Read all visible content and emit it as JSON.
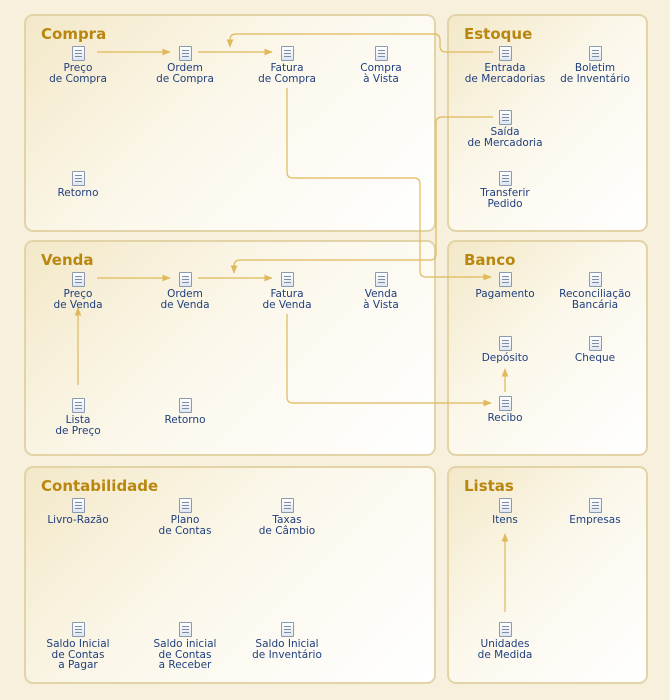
{
  "colors": {
    "accent": "#b9870f",
    "connector": "#dfb95a",
    "link": "#1f3f7c",
    "panel_border": "#e3d4a8"
  },
  "panels": {
    "compra": {
      "title": "Compra",
      "items": [
        {
          "label": "Preço\nde Compra",
          "icon": "document-icon"
        },
        {
          "label": "Ordem\nde Compra",
          "icon": "document-icon"
        },
        {
          "label": "Fatura\nde Compra",
          "icon": "document-icon"
        },
        {
          "label": "Compra\nà Vista",
          "icon": "document-icon"
        },
        {
          "label": "Retorno",
          "icon": "document-icon"
        }
      ]
    },
    "estoque": {
      "title": "Estoque",
      "items": [
        {
          "label": "Entrada\nde Mercadorias",
          "icon": "document-icon"
        },
        {
          "label": "Boletim\nde Inventário",
          "icon": "document-icon"
        },
        {
          "label": "Saída\nde Mercadoria",
          "icon": "document-icon"
        },
        {
          "label": "Transferir\nPedido",
          "icon": "document-icon"
        }
      ]
    },
    "venda": {
      "title": "Venda",
      "items": [
        {
          "label": "Preço\nde Venda",
          "icon": "document-icon"
        },
        {
          "label": "Ordem\nde Venda",
          "icon": "document-icon"
        },
        {
          "label": "Fatura\nde Venda",
          "icon": "document-icon"
        },
        {
          "label": "Venda\nà Vista",
          "icon": "document-icon"
        },
        {
          "label": "Lista\nde Preço",
          "icon": "document-icon"
        },
        {
          "label": "Retorno",
          "icon": "document-icon"
        }
      ]
    },
    "banco": {
      "title": "Banco",
      "items": [
        {
          "label": "Pagamento",
          "icon": "document-icon"
        },
        {
          "label": "Reconciliação\nBancária",
          "icon": "document-icon"
        },
        {
          "label": "Depósito",
          "icon": "document-icon"
        },
        {
          "label": "Cheque",
          "icon": "document-icon"
        },
        {
          "label": "Recibo",
          "icon": "document-icon"
        }
      ]
    },
    "contabilidade": {
      "title": "Contabilidade",
      "items": [
        {
          "label": "Livro-Razão",
          "icon": "document-icon"
        },
        {
          "label": "Plano\nde Contas",
          "icon": "document-icon"
        },
        {
          "label": "Taxas\nde Câmbio",
          "icon": "document-icon"
        },
        {
          "label": "Saldo Inicial\nde Contas\na Pagar",
          "icon": "document-icon"
        },
        {
          "label": "Saldo inicial\nde Contas\na Receber",
          "icon": "document-icon"
        },
        {
          "label": "Saldo Inicial\nde Inventário",
          "icon": "document-icon"
        }
      ]
    },
    "listas": {
      "title": "Listas",
      "items": [
        {
          "label": "Itens",
          "icon": "document-icon"
        },
        {
          "label": "Empresas",
          "icon": "document-icon"
        },
        {
          "label": "Unidades\nde Medida",
          "icon": "document-icon"
        }
      ]
    }
  }
}
